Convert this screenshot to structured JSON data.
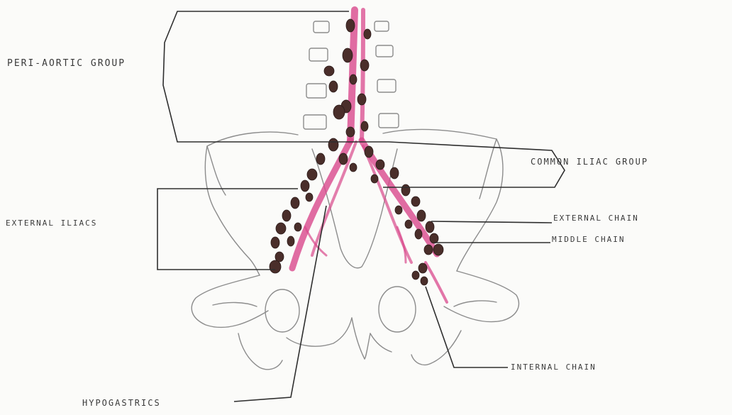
{
  "labels": {
    "peri_aortic": "PERI-AORTIC GROUP",
    "common_iliac": "COMMON ILIAC GROUP",
    "external_iliacs": "EXTERNAL ILIACS",
    "external_chain": "EXTERNAL CHAIN",
    "middle_chain": "MIDDLE CHAIN",
    "internal_chain": "INTERNAL CHAIN",
    "hypogastrics": "HYPOGASTRICS"
  },
  "colors": {
    "ink": "#2f2f2f",
    "bone": "#8c8c8c",
    "vessel": "#d9488c",
    "node": "#4a2e2a",
    "paper": "#fbfbf9"
  }
}
